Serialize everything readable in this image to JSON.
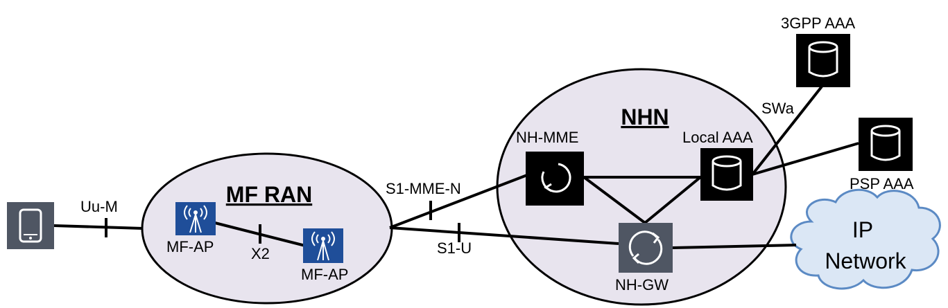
{
  "colors": {
    "ellipse_fill": "#e8e4ee",
    "ellipse_stroke": "#000000",
    "device_fill": "#4f5663",
    "ap_fill": "#1f4e99",
    "black_box": "#000000",
    "gw_fill": "#4f5663",
    "cloud_fill": "#dbe7f5",
    "cloud_stroke": "#5b8ac4"
  },
  "regions": {
    "ran": {
      "label": "MF RAN"
    },
    "nhn": {
      "label": "NHN"
    },
    "ip_network": {
      "line1": "IP",
      "line2": "Network"
    }
  },
  "nodes": {
    "mf_ap_1": {
      "label": "MF-AP",
      "icon": "antenna-icon"
    },
    "mf_ap_2": {
      "label": "MF-AP",
      "icon": "antenna-icon"
    },
    "nh_mme": {
      "label": "NH-MME",
      "icon": "refresh-arrow-icon"
    },
    "nh_gw": {
      "label": "NH-GW",
      "icon": "sync-arrows-icon"
    },
    "local_aaa": {
      "label": "Local AAA",
      "icon": "database-icon"
    },
    "aaa_3gpp": {
      "label": "3GPP AAA",
      "icon": "database-icon"
    },
    "psp_aaa": {
      "label": "PSP AAA",
      "icon": "database-icon"
    },
    "device": {
      "icon": "tablet-icon"
    }
  },
  "interfaces": {
    "uu_m": "Uu-M",
    "x2": "X2",
    "s1_mme_n": "S1-MME-N",
    "s1_u": "S1-U",
    "swa": "SWa"
  }
}
